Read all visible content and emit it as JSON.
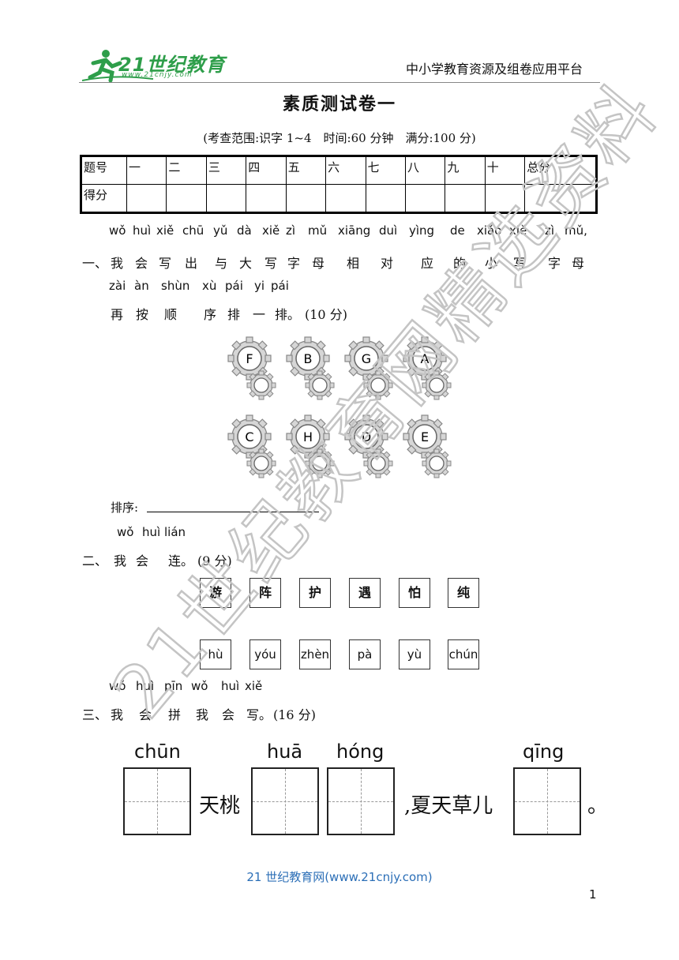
{
  "header": {
    "logo_text": "21世纪教育",
    "logo_url": "www.21cnjy.com",
    "platform": "中小学教育资源及组卷应用平台"
  },
  "title": "素质测试卷一",
  "subtitle": "(考查范围:识字 1~4　时间:60 分钟　满分:100 分)",
  "score_table": {
    "header": [
      "题号",
      "一",
      "二",
      "三",
      "四",
      "五",
      "六",
      "七",
      "八",
      "九",
      "十",
      "总分"
    ],
    "row_label": "得分"
  },
  "q1": {
    "pinyin1": [
      "wǒ",
      "huì",
      "xiě",
      "chū",
      "yǔ",
      "dà",
      "xiě",
      "zì",
      "mǔ",
      "xiāng",
      "duì",
      "yìng",
      "de",
      "xiǎo",
      "xiě",
      "zì",
      "mǔ,"
    ],
    "number": "一、",
    "chars1": [
      "我",
      "会",
      "写",
      "出",
      "与",
      "大",
      "写",
      "字",
      "母",
      "相",
      "对",
      "应",
      "的",
      "小",
      "写",
      "字",
      "母"
    ],
    "pinyin2": [
      "zài",
      "àn",
      "shùn",
      "xù",
      "pái",
      "yi",
      "pái"
    ],
    "chars2": [
      "再",
      "按",
      "顺",
      "序",
      "排",
      "一",
      "排。"
    ],
    "points": "(10 分)",
    "gears_row1": [
      "F",
      "B",
      "G",
      "A"
    ],
    "gears_row2": [
      "C",
      "H",
      "D",
      "E"
    ],
    "answer_label": "排序:"
  },
  "q2": {
    "pinyin": [
      "wǒ",
      "huì",
      "lián"
    ],
    "number": "二、",
    "chars": [
      "我",
      "会",
      "连。"
    ],
    "points": "(9 分)",
    "characters": [
      "游",
      "阵",
      "护",
      "遇",
      "怕",
      "纯"
    ],
    "pinyins": [
      "hù",
      "yóu",
      "zhèn",
      "pà",
      "yù",
      "chún"
    ]
  },
  "q3": {
    "pinyin": [
      "wǒ",
      "huì",
      "pīn",
      "wǒ",
      "huì",
      "xiě"
    ],
    "number": "三、",
    "chars": [
      "我",
      "会",
      "拼",
      "我",
      "会",
      "写。"
    ],
    "points": "(16 分)",
    "grid_pinyin": [
      "chūn",
      "huā",
      "hóng",
      "qīng"
    ],
    "text1": "天桃",
    "text2": ",夏天草儿",
    "text3": "。"
  },
  "watermark": "21世纪教育网精选资料",
  "footer": "21 世纪教育网(www.21cnjy.com)",
  "page_number": "1"
}
